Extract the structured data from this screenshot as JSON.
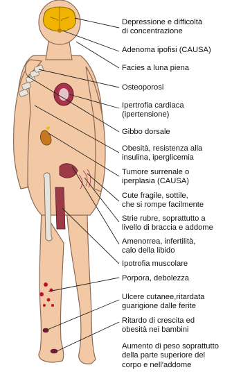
{
  "labels": [
    {
      "text": "Depressione e difficoltà\ndi concentrazione"
    },
    {
      "text": "Adenoma ipofisi (CAUSA)"
    },
    {
      "text": "Facies a luna piena"
    },
    {
      "text": "Osteoporosi"
    },
    {
      "text": "Ipertrofia cardiaca\n(ipertensione)"
    },
    {
      "text": "Gibbo dorsale"
    },
    {
      "text": "Obesità, resistenza alla\ninsulina, iperglicemia"
    },
    {
      "text": "Tumore surrenale o\niperplasia (CAUSA)"
    },
    {
      "text": "Cute fragile, sottile,\nche si rompe facilmente"
    },
    {
      "text": "Strie rubre, soprattutto a\nlivello di braccia e addome"
    },
    {
      "text": "Amenorrea, infertilità,\ncalo della libido"
    },
    {
      "text": "Ipotrofia muscolare"
    },
    {
      "text": "Porpora,  debolezza"
    },
    {
      "text": "Ulcere cutanee,ritardata\nguarigione dalle ferite"
    },
    {
      "text": "Ritardo di crescita ed\nobesità nei bambini"
    },
    {
      "text": "Aumento di peso soprattutto\ndella parte superiore del\ncorpo e nell'addome"
    }
  ],
  "colors": {
    "skin": "#f2c9a4",
    "skin_outline": "#8a6a56",
    "brain": "#f0b400",
    "leader_line": "#222222",
    "bone": "#e8e4dc",
    "heart": "#a8324a",
    "kidney": "#c7771f",
    "muscle": "#9c3b45",
    "purpura": "#c0122c"
  }
}
